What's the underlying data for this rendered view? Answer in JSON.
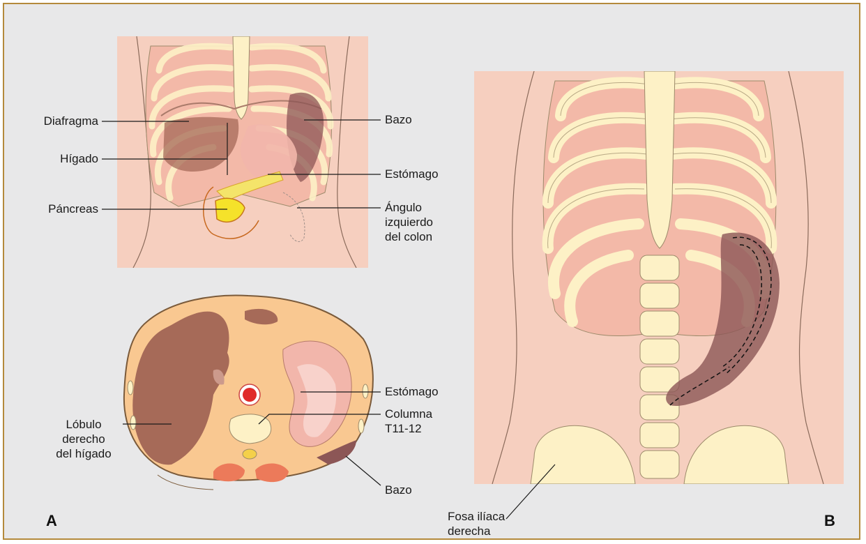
{
  "panel_a_label": "A",
  "panel_b_label": "B",
  "front_view": {
    "diafragma": "Diafragma",
    "higado": "Hígado",
    "pancreas": "Páncreas",
    "bazo": "Bazo",
    "estomago": "Estómago",
    "angulo_line1": "Ángulo",
    "angulo_line2": "izquierdo",
    "angulo_line3": "del colon"
  },
  "cross_section": {
    "lobulo_line1": "Lóbulo",
    "lobulo_line2": "derecho",
    "lobulo_line3": "del hígado",
    "estomago": "Estómago",
    "columna_line1": "Columna",
    "columna_line2": "T11-12",
    "bazo": "Bazo"
  },
  "panel_b": {
    "fosa_line1": "Fosa ilíaca",
    "fosa_line2": "derecha"
  },
  "colors": {
    "border": "#b48a3c",
    "background": "#e8e8e9",
    "skin": "#f6cfbf",
    "bone": "#fdf1c6",
    "bone_outline": "#9c8a6a",
    "rib_inner": "#eba795",
    "liver": "#a66a58",
    "spleen": "#8c5656",
    "stomach": "#f2b6ab",
    "pancreas": "#f4e46a",
    "section_fill": "#f9c891",
    "aorta": "#e02a2a"
  }
}
